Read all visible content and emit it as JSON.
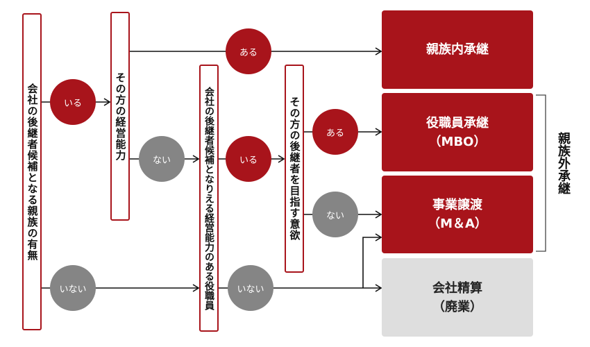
{
  "questions": {
    "q1": "会社の後継者候補となる親族の有無",
    "q2": "その方の経営能力",
    "q3": "会社の後継者候補となりえる経営能力のある役職員",
    "q4": "その方の後継者を目指す意欲"
  },
  "answers": {
    "q1_yes": "いる",
    "q1_no": "いない",
    "q2_yes": "ある",
    "q2_no": "ない",
    "q3_yes": "いる",
    "q3_no": "いない",
    "q4_yes": "ある",
    "q4_no": "ない"
  },
  "results": {
    "family": {
      "line1": "親族内承継"
    },
    "mbo": {
      "line1": "役職員承継",
      "line2": "（MBO）"
    },
    "ma": {
      "line1": "事業譲渡",
      "line2": "（M＆A）"
    },
    "liquidation": {
      "line1": "会社精算",
      "line2": "（廃業）"
    }
  },
  "group_label": "親族外承継",
  "colors": {
    "red": "#a8141b",
    "gray": "#858585",
    "light_gray": "#dedede"
  }
}
